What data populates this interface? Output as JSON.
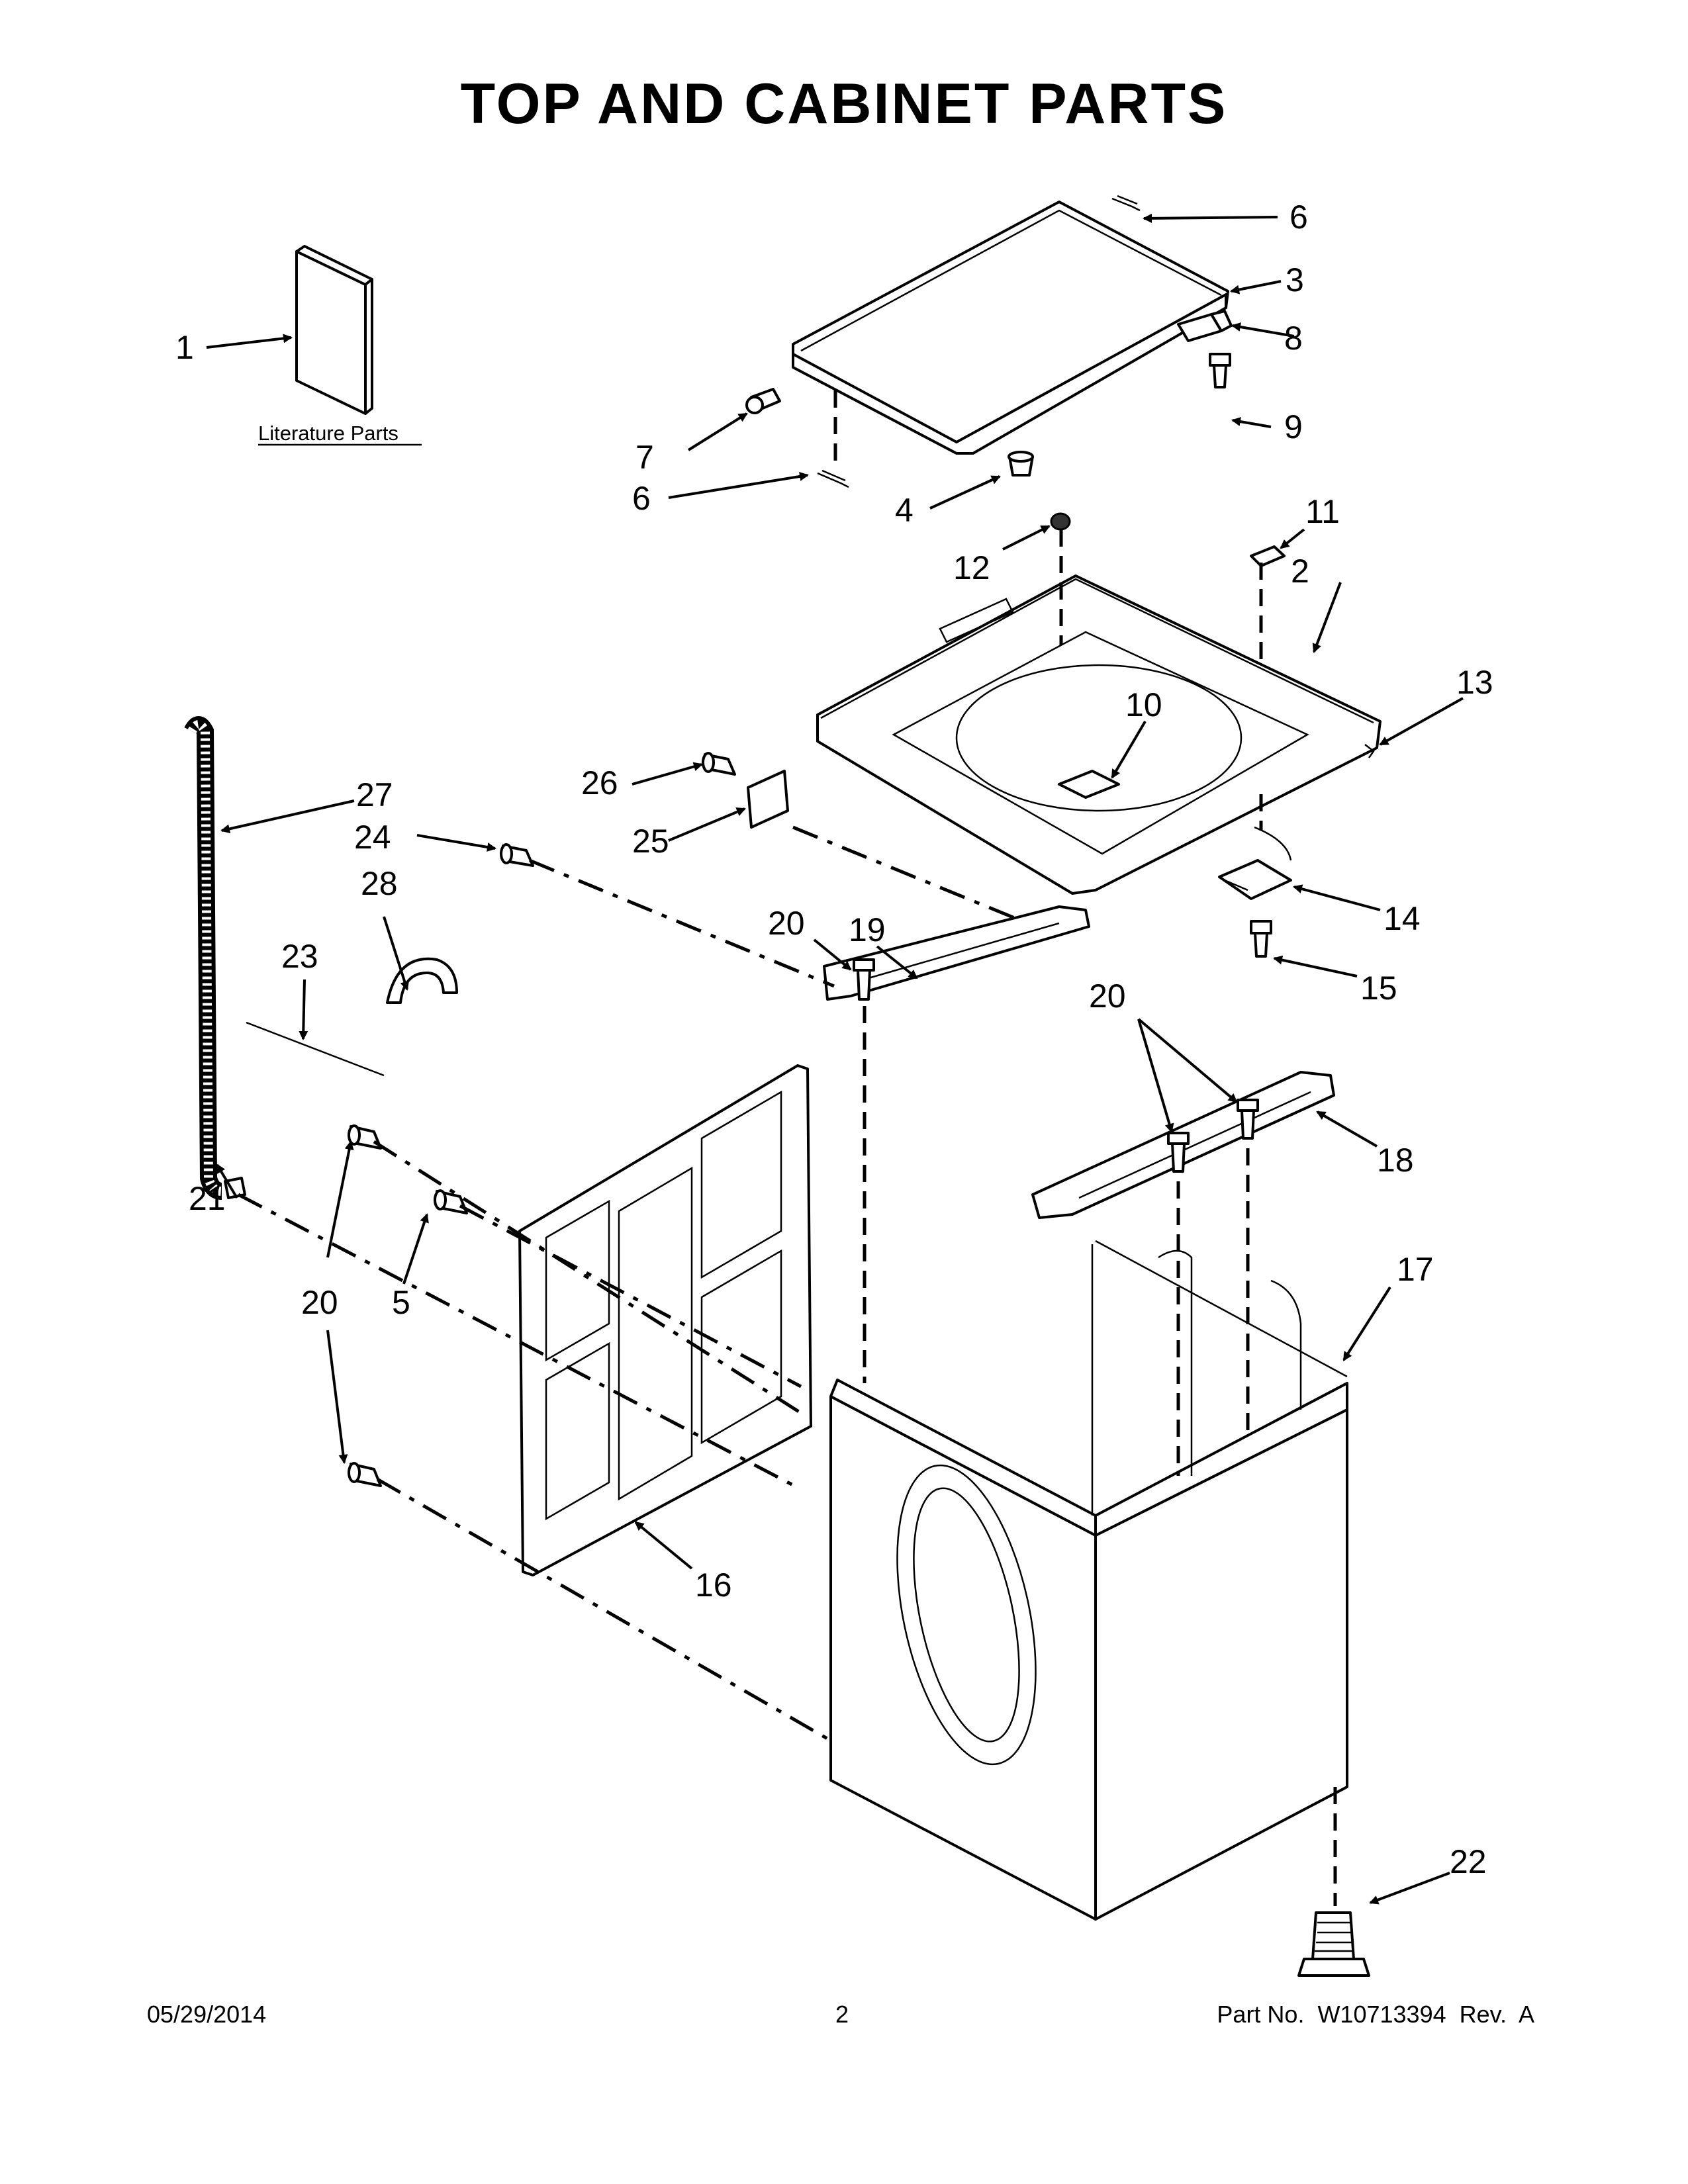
{
  "page": {
    "title": "TOP AND CABINET PARTS"
  },
  "literature": {
    "label": "Literature Parts"
  },
  "callouts": [
    "1",
    "2",
    "3",
    "4",
    "5",
    "6",
    "6",
    "7",
    "8",
    "9",
    "10",
    "11",
    "12",
    "13",
    "14",
    "15",
    "16",
    "17",
    "18",
    "19",
    "20",
    "20",
    "20",
    "21",
    "22",
    "23",
    "24",
    "25",
    "26",
    "27",
    "28"
  ],
  "footer": {
    "date": "05/29/2014",
    "page_number": "2",
    "part_info": "Part No.  W10713394  Rev.  A"
  }
}
